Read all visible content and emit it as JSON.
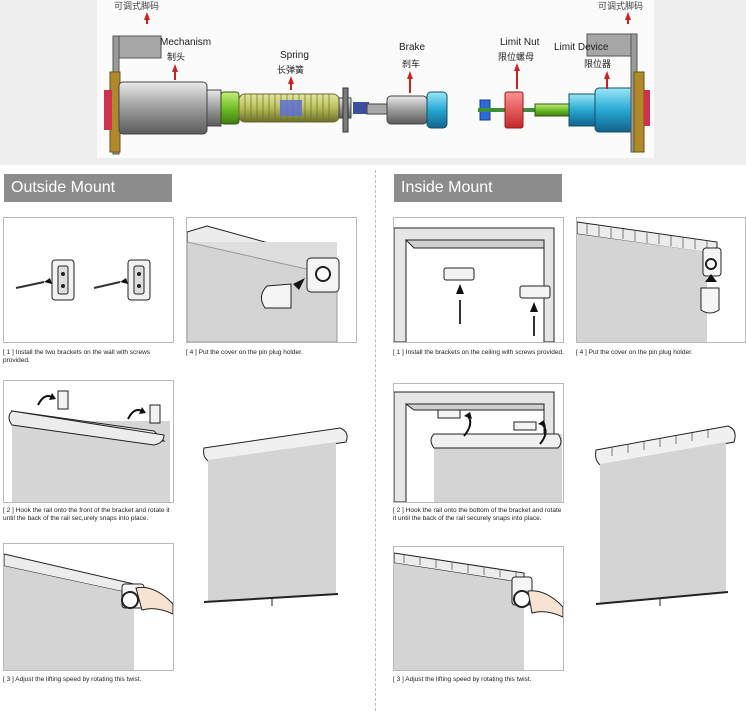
{
  "mechanism_diagram": {
    "top_left_caption": "可调式脚码",
    "top_right_caption": "可调式脚码",
    "labels": [
      {
        "en": "Mechanism",
        "cn": "制头"
      },
      {
        "en": "Spring",
        "cn": "长弹簧"
      },
      {
        "en": "Brake",
        "cn": "刹车"
      },
      {
        "en": "Limit Nut",
        "cn": "限位螺母"
      },
      {
        "en": "Limit Device",
        "cn": "限位器"
      }
    ]
  },
  "outside_mount": {
    "title": "Outside Mount",
    "steps": [
      {
        "caption": "[ 1 ] Install the two brackets on the wall with screws provided."
      },
      {
        "caption": "[ 4 ] Put the cover on the pin plug holder."
      },
      {
        "caption": "[ 2 ] Hook the rail onto the front of the bracket and rotate it until the back of the rail sec,urely snaps into place."
      },
      {
        "caption": "[ 3 ] Adjust the lifting speed by rotating this twist."
      }
    ]
  },
  "inside_mount": {
    "title": "Inside Mount",
    "steps": [
      {
        "caption": "[ 1 ] Install the brackets on the ceiling with screws provided."
      },
      {
        "caption": "[ 4 ] Put the cover on the pin plug holder."
      },
      {
        "caption": "[ 2 ] Hook the rail onto the bottom of the bracket and rotate it until the back of the rail securely snaps into place."
      },
      {
        "caption": "[ 3 ] Adjust the lifting speed by rotating this twist."
      }
    ]
  },
  "colors": {
    "accent_red": "#d21f1f",
    "spring_green": "#6fbf2a",
    "brake_blue": "#29b6d8",
    "limit_nut_red": "#e8474a",
    "title_bar_gray": "#8c8c8c",
    "gear_gold": "#b08a2a"
  }
}
